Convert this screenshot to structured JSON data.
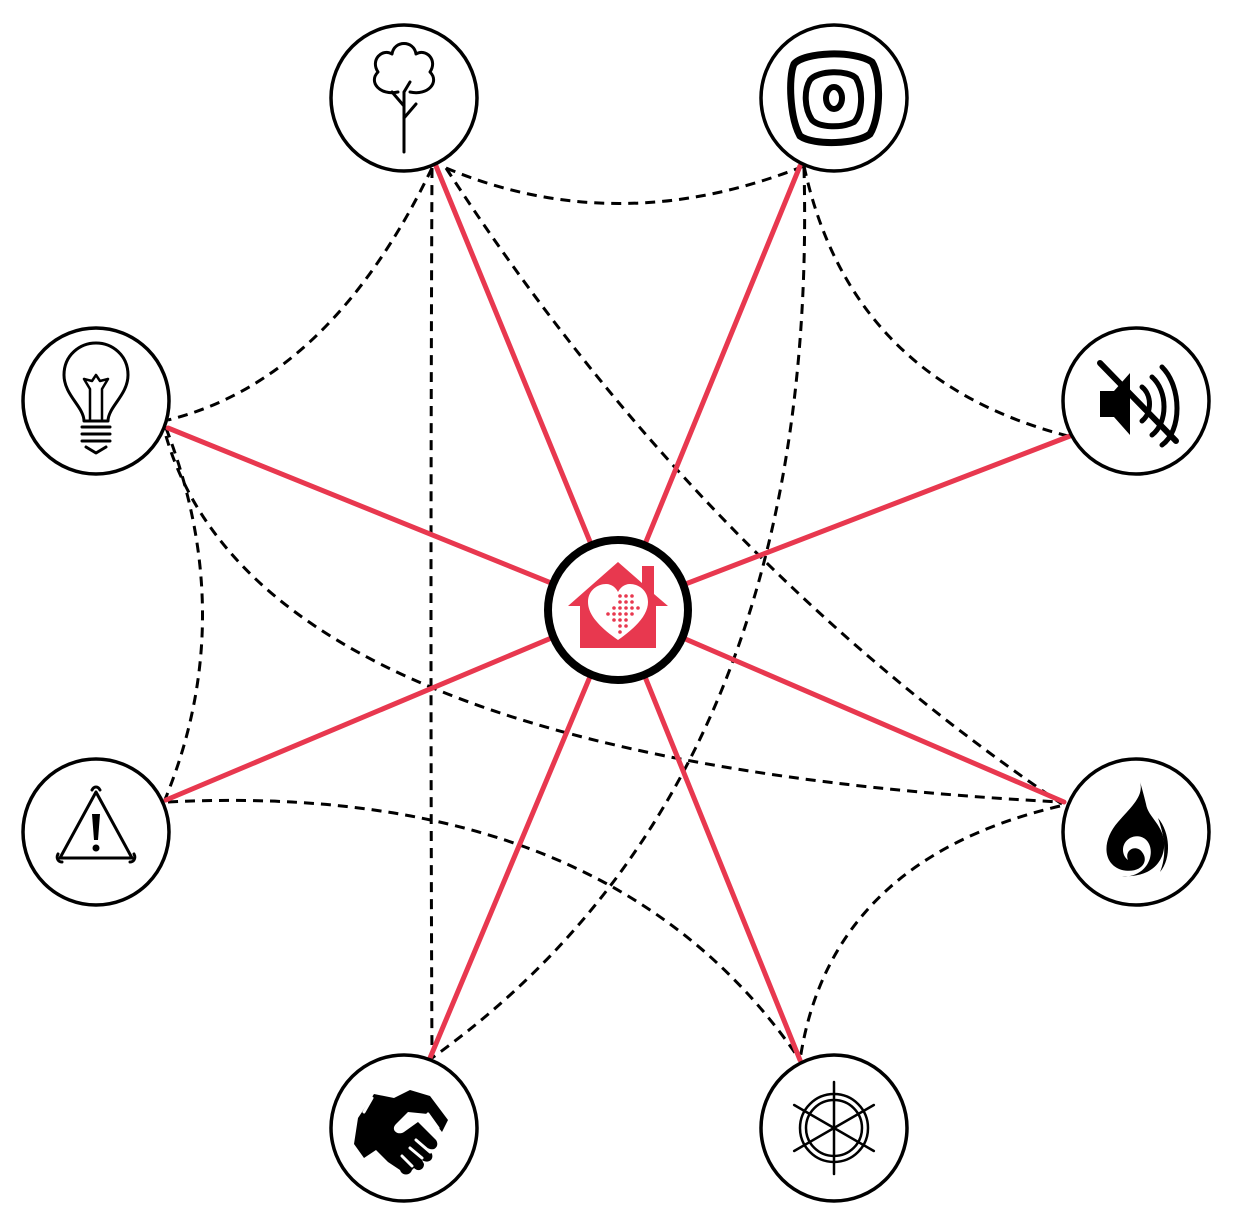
{
  "colors": {
    "accent": "#e8384f",
    "line": "#000000",
    "node_fill": "#ffffff"
  },
  "hub": {
    "icon": "home-heart-icon"
  },
  "nodes": [
    {
      "id": "tree",
      "icon": "tree-icon"
    },
    {
      "id": "fingerprint",
      "icon": "fingerprint-icon"
    },
    {
      "id": "lightbulb",
      "icon": "lightbulb-icon"
    },
    {
      "id": "mute",
      "icon": "speaker-mute-icon"
    },
    {
      "id": "warning",
      "icon": "warning-icon"
    },
    {
      "id": "flame",
      "icon": "flame-icon"
    },
    {
      "id": "handshake",
      "icon": "handshake-icon"
    },
    {
      "id": "wheel",
      "icon": "wheel-icon"
    }
  ],
  "links": [
    {
      "from": "tree",
      "to": "fingerprint"
    },
    {
      "from": "tree",
      "to": "lightbulb"
    },
    {
      "from": "tree",
      "to": "handshake"
    },
    {
      "from": "tree",
      "to": "flame"
    },
    {
      "from": "fingerprint",
      "to": "mute"
    },
    {
      "from": "fingerprint",
      "to": "handshake"
    },
    {
      "from": "lightbulb",
      "to": "warning"
    },
    {
      "from": "lightbulb",
      "to": "flame"
    },
    {
      "from": "warning",
      "to": "wheel"
    },
    {
      "from": "flame",
      "to": "wheel"
    }
  ]
}
